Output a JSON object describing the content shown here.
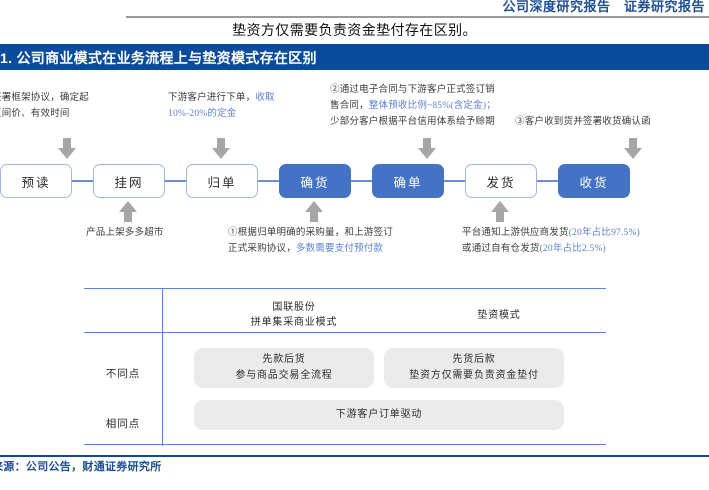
{
  "header": {
    "running_head": "公司深度研究报告　证券研究报告"
  },
  "lead": {
    "sentence": "垫资方仅需要负责资金垫付存在区别。"
  },
  "exhibit": {
    "title": "1. 公司商业模式在业务流程上与垫资模式存在区别"
  },
  "flow": {
    "nodes": [
      {
        "label": "预读",
        "style": "white"
      },
      {
        "label": "挂网",
        "style": "white"
      },
      {
        "label": "归单",
        "style": "white"
      },
      {
        "label": "确货",
        "style": "blue"
      },
      {
        "label": "确单",
        "style": "blue"
      },
      {
        "label": "发货",
        "style": "white"
      },
      {
        "label": "收货",
        "style": "blue"
      }
    ],
    "notes_above": [
      {
        "lines": [
          {
            "text": "签署框架协议，确定起",
            "hl": ""
          },
          {
            "text": "区间价、有效时间",
            "hl": ""
          }
        ]
      },
      {
        "lines": [
          {
            "text": "下游客户进行下单，",
            "hl": "收取"
          },
          {
            "text": "",
            "hl": "10%-20%的定金"
          }
        ]
      },
      {
        "lines": [
          {
            "text": "②通过电子合同与下游客户正式签订销",
            "hl": ""
          },
          {
            "text": "售合同，",
            "hl": "整体预收比例~85%(含定金)；"
          },
          {
            "text": "少部分客户根据平台信用体系给予赊期",
            "hl": ""
          }
        ]
      },
      {
        "lines": [
          {
            "text": "③客户收到货并签署收货确认函",
            "hl": ""
          }
        ]
      }
    ],
    "notes_below": [
      {
        "lines": [
          {
            "text": "产品上架多多超市",
            "hl": ""
          }
        ]
      },
      {
        "lines": [
          {
            "text": "①根据归单明确的采购量，和上游签订",
            "hl": ""
          },
          {
            "text": "正式采购协议，",
            "hl": "多数需要支付预付款"
          }
        ]
      },
      {
        "lines": [
          {
            "text": "平台通知上游供应商发货",
            "hl": "(20年占比97.5%)"
          },
          {
            "text": "或通过自有仓发货",
            "hl": "(20年占比2.5%)"
          }
        ]
      }
    ]
  },
  "comparison": {
    "columns": [
      "国联股份\n拼单集采商业模式",
      "垫资模式"
    ],
    "col1_line1": "国联股份",
    "col1_line2": "拼单集采商业模式",
    "col2_line1": "垫资模式",
    "rows": [
      {
        "label": "不同点",
        "cells": [
          {
            "line1": "先款后货",
            "line2": "参与商品交易全流程"
          },
          {
            "line1": "先货后款",
            "line2": "垫资方仅需要负责资金垫付"
          }
        ]
      },
      {
        "label": "相同点",
        "cells": [
          {
            "line1": "下游客户订单驱动",
            "line2": ""
          }
        ]
      }
    ]
  },
  "footer": {
    "source": "来源：公司公告，财通证券研究所"
  },
  "colors": {
    "brand_blue": "#0B4B9B",
    "node_blue": "#4472C4",
    "node_border": "#9DB6E3",
    "connector": "#6F8ECF",
    "highlight_text": "#5B7FD4",
    "arrow_gray": "#A6A6A6",
    "pill_gray": "#EBEBEB",
    "table_line": "#5B85D6"
  }
}
